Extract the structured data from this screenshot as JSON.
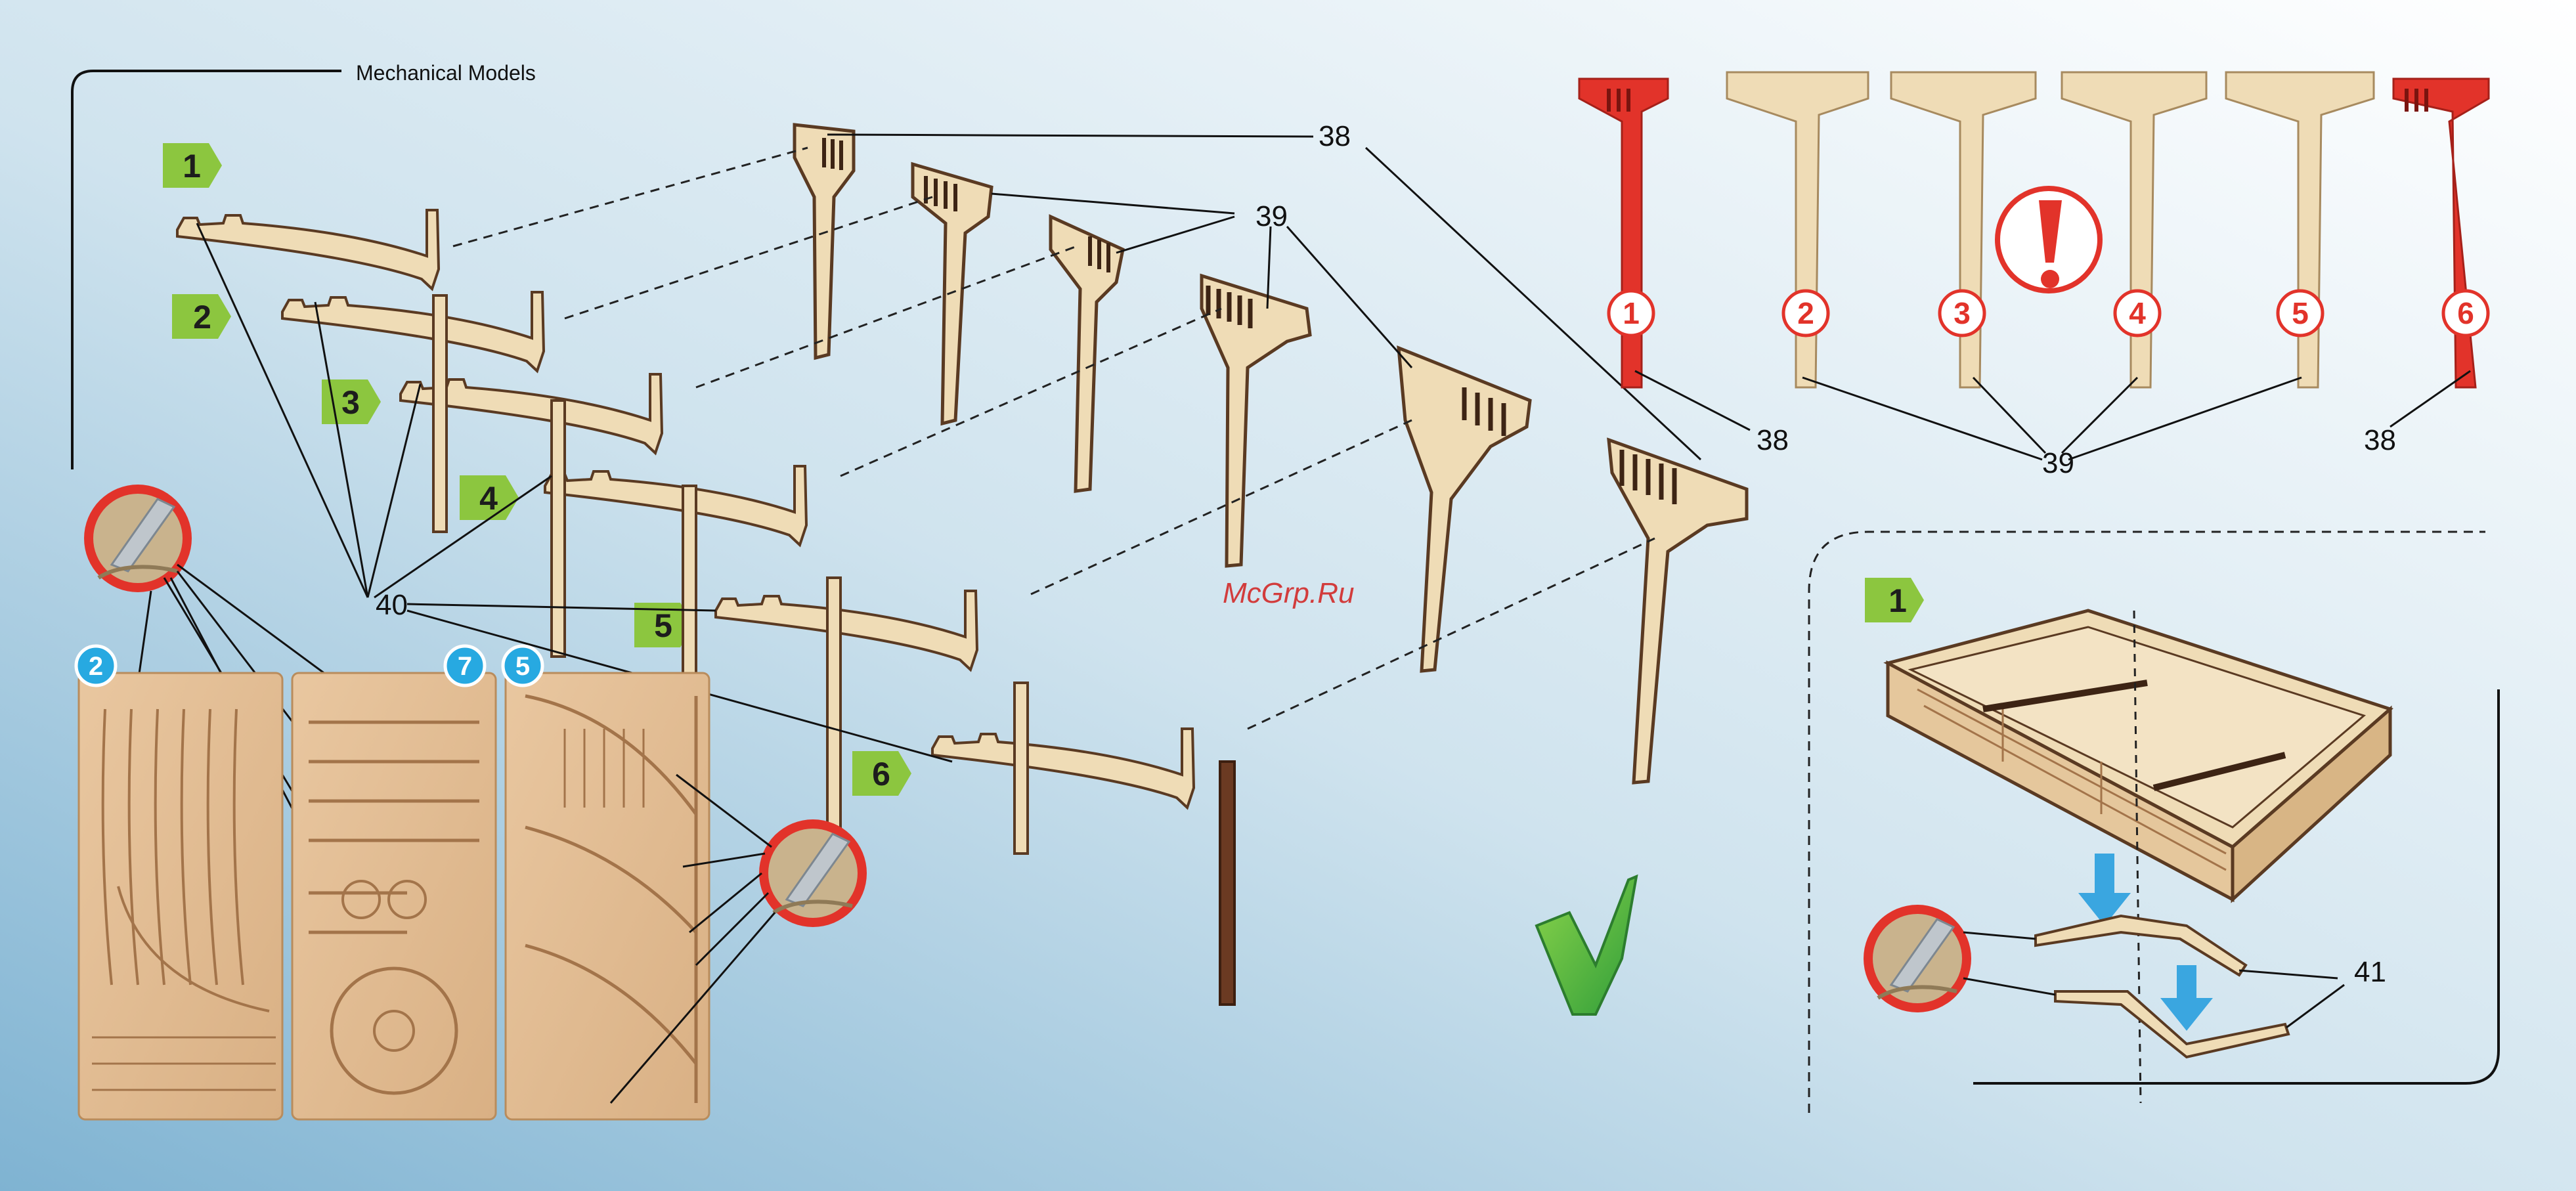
{
  "header": {
    "series_label": "Mechanical Models"
  },
  "watermark": "McGrp.Ru",
  "assembly": {
    "steps": [
      "1",
      "2",
      "3",
      "4",
      "5",
      "6"
    ],
    "callouts": {
      "rail": "40",
      "right_bracket": "38",
      "middle_brackets": "39"
    }
  },
  "sheets": {
    "labels": [
      "2",
      "7",
      "5"
    ]
  },
  "order_panel": {
    "brackets": [
      "1",
      "2",
      "3",
      "4",
      "5",
      "6"
    ],
    "callout_left": "38",
    "callout_middle": "39",
    "callout_right": "38",
    "warning_icon": "exclamation-icon",
    "accent_color": "#e2332a",
    "wood_color": "#efdcb6"
  },
  "inset": {
    "step": "1",
    "callout": "41",
    "arrow_color": "#3aa6e0"
  },
  "check_icon": "checkmark-icon",
  "colors": {
    "step_badge": "#8cc63f",
    "circle_badge": "#e2332a",
    "sheet_badge": "#27a9e1"
  }
}
